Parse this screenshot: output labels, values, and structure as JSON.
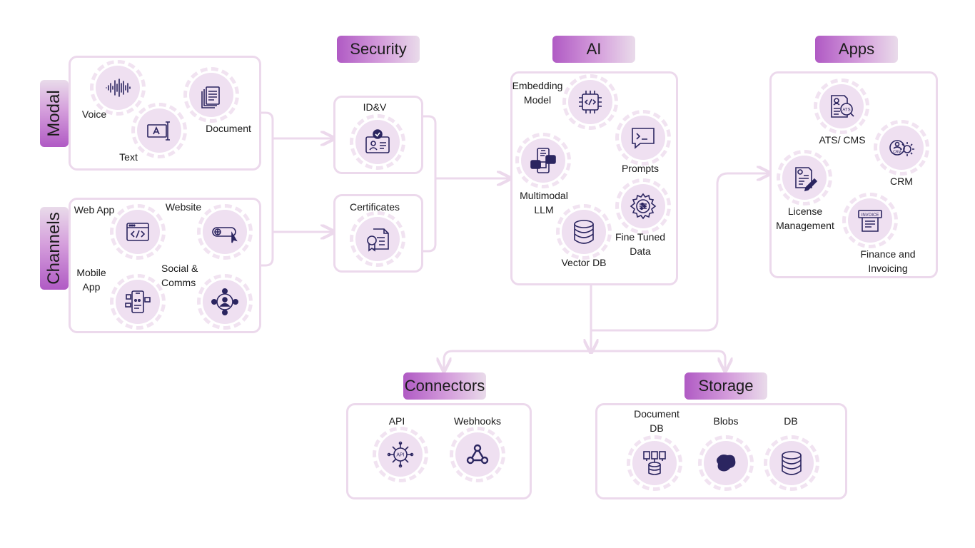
{
  "groups": {
    "modal": {
      "title": "Modal",
      "items": {
        "voice": "Voice",
        "document": "Document",
        "text": "Text"
      }
    },
    "channels": {
      "title": "Channels",
      "items": {
        "web_app": "Web App",
        "website": "Website",
        "mobile_app": "Mobile\nApp",
        "social_comms": "Social &\nComms"
      }
    },
    "security": {
      "title": "Security",
      "items": {
        "idv": "ID&V",
        "certificates": "Certificates"
      }
    },
    "ai": {
      "title": "AI",
      "items": {
        "embedding_model": "Embedding\nModel",
        "prompts": "Prompts",
        "multimodal_llm": "Multimodal\nLLM",
        "fine_tuned_data": "Fine Tuned\nData",
        "vector_db": "Vector DB"
      }
    },
    "apps": {
      "title": "Apps",
      "items": {
        "ats_cms": "ATS/ CMS",
        "crm": "CRM",
        "license_management": "License\nManagement",
        "finance_invoicing": "Finance and\nInvoicing"
      }
    },
    "connectors": {
      "title": "Connectors",
      "items": {
        "api": "API",
        "webhooks": "Webhooks"
      }
    },
    "storage": {
      "title": "Storage",
      "items": {
        "document_db": "Document\nDB",
        "blobs": "Blobs",
        "db": "DB"
      }
    }
  },
  "icons": {
    "voice": "soundwave-icon",
    "document": "documents-icon",
    "text": "text-cursor-icon",
    "web_app": "browser-code-icon",
    "website": "globe-search-icon",
    "mobile_app": "mobile-app-icon",
    "social_comms": "social-network-icon",
    "idv": "id-card-check-icon",
    "certificates": "certificate-icon",
    "embedding_model": "chip-code-icon",
    "prompts": "terminal-prompt-icon",
    "multimodal_llm": "translate-phone-icon",
    "fine_tuned_data": "gear-sliders-icon",
    "vector_db": "database-icon",
    "ats_cms": "ats-document-icon",
    "crm": "crm-gear-icon",
    "license_management": "license-pen-icon",
    "finance_invoicing": "invoice-icon",
    "api": "api-chip-icon",
    "webhooks": "webhook-icon",
    "document_db": "docs-database-icon",
    "blobs": "blob-icon",
    "db": "database-icon"
  },
  "colors": {
    "accent": "#b05ac4",
    "panel_border": "#ecd9ec",
    "icon_fill": "#efe0f1",
    "icon_stroke": "#2b2560",
    "connector_line": "#ecd9ec"
  }
}
